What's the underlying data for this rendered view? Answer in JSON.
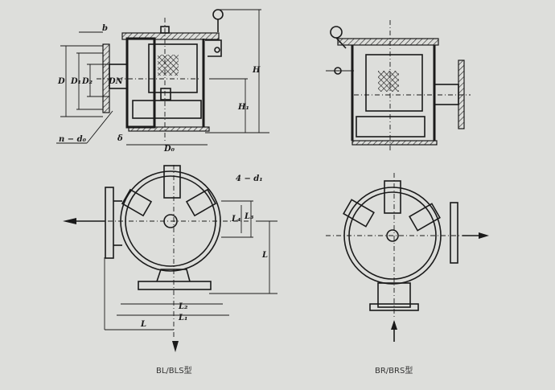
{
  "figure_left": {
    "caption": "BL/BLS型",
    "labels": {
      "b": "b",
      "D": "D",
      "D1": "D₁",
      "D2": "D₂",
      "DN": "DN",
      "H": "H",
      "H1": "H₁",
      "n_d0": "n − d₀",
      "delta": "δ",
      "D0": "D₀",
      "d1": "4 − d₁",
      "L4": "L₄",
      "L3": "L₃",
      "L": "L",
      "L2": "L₂",
      "L1": "L₁",
      "L_bottom": "L"
    }
  },
  "figure_right": {
    "caption": "BR/BRS型"
  }
}
